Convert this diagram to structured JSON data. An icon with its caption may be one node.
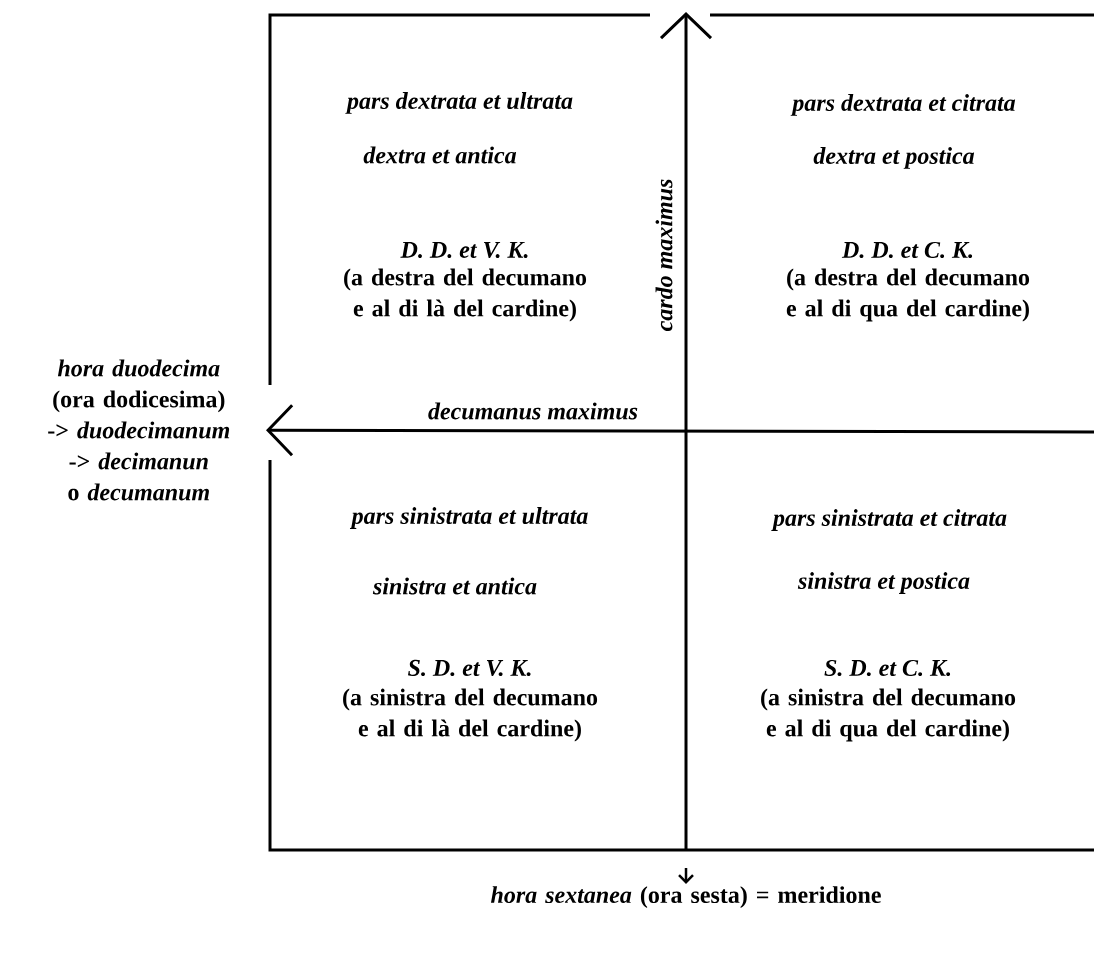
{
  "diagram": {
    "nodes": [
      {
        "text": [
          "*hora duodecima* (ora dodicesima) -> *duodecimanum* -> *decimanun* o *decumanum*"
        ]
      },
      {
        "text": [
          "*hora sextanea* (ora sesta) = meridione"
        ]
      }
    ],
    "edges": [
      {
        "from": null,
        "to": 0,
        "arrow": "to",
        "label": "decumanus maximus"
      },
      {
        "from": null,
        "to": 1,
        "arrow": "to"
      }
    ],
    "labels": [
      "pars dextrata et ultrata",
      "pars dextrata et citrata",
      "dextra et antica",
      "dextra et postica",
      "cardo maximus",
      "D. D. et V. K.",
      "D. D. et C. K.",
      "(a destra del decumano e al di là del cardine)",
      "(a destra del decumano e al di qua del cardine)",
      "pars sinistrata et ultrata",
      "pars sinistrata et citrata",
      "sinistra et antica",
      "sinistra et postica",
      "S. D. et V. K.",
      "S. D. et C. K.",
      "(a sinistra del decumano e al di là del cardine)",
      "(a sinistra del decumano e al di qua del cardine)"
    ]
  }
}
